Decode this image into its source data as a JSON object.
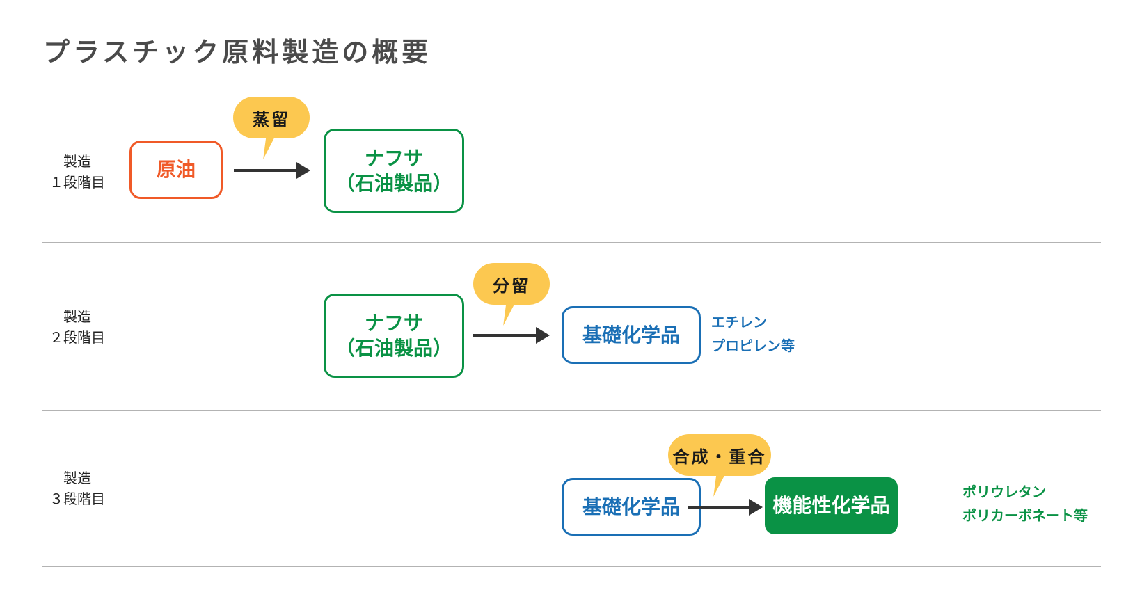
{
  "title": "プラスチック原料製造の概要",
  "colors": {
    "crude_oil": "#f05a28",
    "naphtha": "#0a9245",
    "basic_chemicals": "#1a6fb5",
    "functional_chemicals": "#0a9245",
    "process_bubble": "#fcc850",
    "arrow": "#333333",
    "divider": "#b3b3b3"
  },
  "stages": [
    {
      "label_line1": "製造",
      "label_line2": "１段階目",
      "from": {
        "line1": "原油",
        "line2": ""
      },
      "process": "蒸留",
      "to": {
        "line1": "ナフサ",
        "line2": "（石油製品）"
      },
      "examples": []
    },
    {
      "label_line1": "製造",
      "label_line2": "２段階目",
      "from": {
        "line1": "ナフサ",
        "line2": "（石油製品）"
      },
      "process": "分留",
      "to": {
        "line1": "基礎化学品",
        "line2": ""
      },
      "examples": [
        "エチレン",
        "プロピレン等"
      ]
    },
    {
      "label_line1": "製造",
      "label_line2": "３段階目",
      "from": {
        "line1": "基礎化学品",
        "line2": ""
      },
      "process": "合成・重合",
      "to": {
        "line1": "機能性化学品",
        "line2": ""
      },
      "examples": [
        "ポリウレタン",
        "ポリカーボネート等"
      ]
    }
  ]
}
